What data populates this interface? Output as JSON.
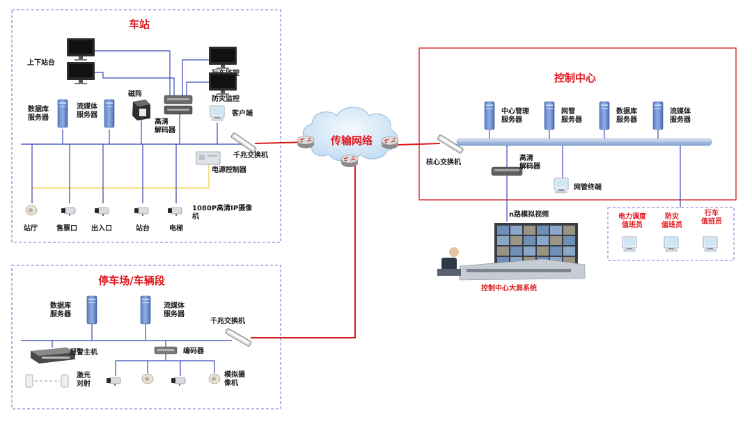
{
  "colors": {
    "title": "#e0161b",
    "network_line": "#d81a1a",
    "bus": "#9eb6dd",
    "link": "#3b47b8",
    "power_line": "#f4d35e",
    "dash_border": "#7b6fd6",
    "solid_border": "#d9262c",
    "cloud": "#cfe4f6"
  },
  "station": {
    "title": "车站",
    "platform_monitor": "上下站台",
    "train_monitor": "行车监控",
    "disaster_monitor": "防灾监控",
    "client": "客户端",
    "database_server": "数据库\n服务器",
    "streaming_server": "流媒体\n服务器",
    "disk_array": "磁阵",
    "hd_decoder": "高清\n解码器",
    "gigabit_switch": "千兆交换机",
    "power_controller": "电源控制器",
    "camera_type": "1080P高清IP摄像\n机",
    "cameras": [
      "站厅",
      "售票口",
      "出入口",
      "站台",
      "电梯"
    ]
  },
  "network": {
    "label": "传输网络"
  },
  "control_center": {
    "title": "控制中心",
    "servers": [
      "中心管理\n服务器",
      "网管\n服务器",
      "数据库\n服务器",
      "流媒体\n服务器"
    ],
    "core_switch": "核心交换机",
    "hd_decoder": "高清\n解码器",
    "nms_terminal": "网管终端",
    "analog_video": "n路模拟视频",
    "video_wall": "控制中心大屏系统",
    "operators": [
      "电力调度\n值班员",
      "防灾\n值班员",
      "行车\n值班员"
    ]
  },
  "depot": {
    "title": "停车场/车辆段",
    "database_server": "数据库\n服务器",
    "streaming_server": "流媒体\n服务器",
    "gigabit_switch": "千兆交换机",
    "alarm_host": "报警主机",
    "encoder": "编码器",
    "laser": "激光\n对射",
    "analog_camera": "模拟摄\n像机"
  }
}
